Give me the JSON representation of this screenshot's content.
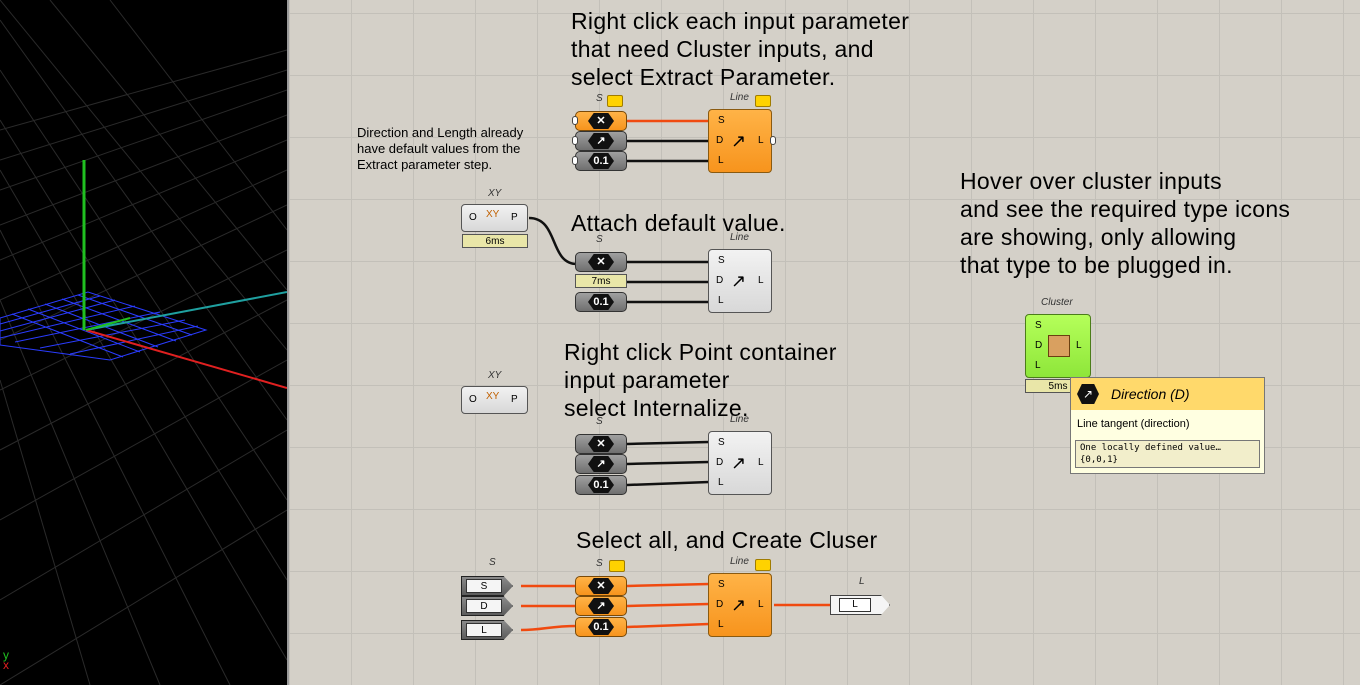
{
  "viewport": {
    "axis_labels": {
      "y": "y",
      "x": "x"
    },
    "colors": {
      "x_axis": "#e02020",
      "y_axis": "#20c020",
      "z_axis": "#20c020",
      "grid": "#2a3cff",
      "bg": "#000000"
    }
  },
  "notes": {
    "extract": "Right click each input parameter\nthat need Cluster inputs, and\nselect Extract Parameter.",
    "defaults": "Direction and Length already\nhave default values from the\nExtract parameter step.",
    "attach": "Attach default value.",
    "hover": "Hover over cluster inputs\nand see the required type icons\nare showing, only allowing\nthat type to be plugged in.",
    "internalize": "Right click Point container\ninput parameter\nselect Internalize.",
    "create": "Select all, and Create Cluser"
  },
  "components": {
    "line_nick": "Line",
    "param_nick": "S",
    "xy_nick": "XY",
    "cluster_nick": "Cluster",
    "l_nick": "L",
    "s_nick": "S",
    "ports": {
      "s": "S",
      "d": "D",
      "l": "L",
      "o": "O",
      "p": "P"
    },
    "length_icon": "0.1",
    "xy_icon": "XY",
    "timers": {
      "xy": "6ms",
      "attach": "7ms",
      "cluster": "5ms"
    },
    "group_params": [
      "S",
      "D",
      "L"
    ],
    "panel_l": "L"
  },
  "tooltip": {
    "title": "Direction (D)",
    "description": "Line tangent (direction)",
    "value_line1": "One locally defined value…",
    "value_line2": "{0,0,1}"
  },
  "colors": {
    "wire_active": "#f04a10",
    "wire_default": "#000000",
    "component_orange": "#f7941d",
    "cluster_green": "#9cf04a",
    "tooltip_header": "#ffd96b"
  },
  "icons": [
    "point-icon",
    "vector-icon",
    "number-icon",
    "line-sdl-icon",
    "cluster-box-icon",
    "balloon-icon"
  ]
}
